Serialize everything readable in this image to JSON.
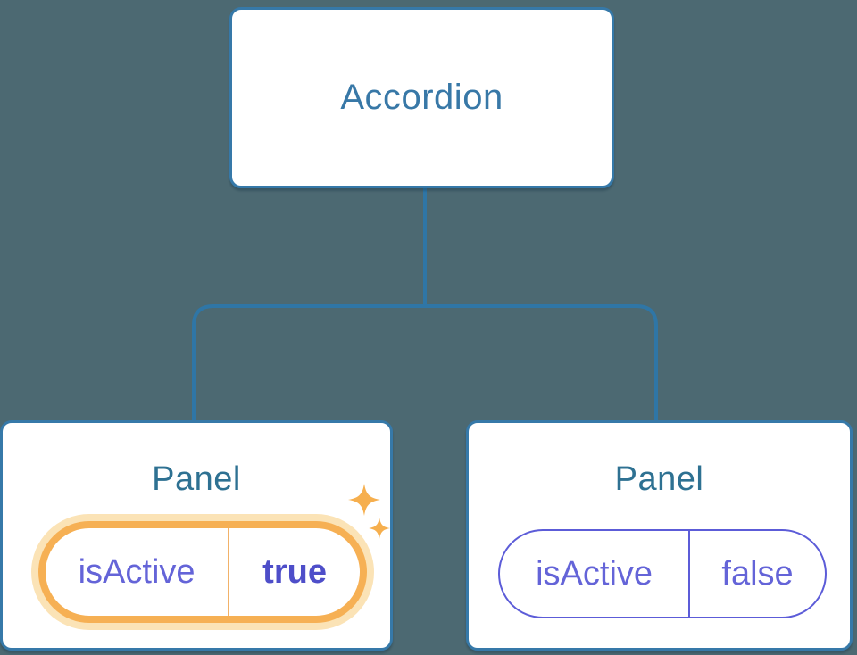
{
  "diagram": {
    "root": {
      "label": "Accordion"
    },
    "panels": [
      {
        "title": "Panel",
        "prop": {
          "name": "isActive",
          "value": "true"
        },
        "highlighted": true
      },
      {
        "title": "Panel",
        "prop": {
          "name": "isActive",
          "value": "false"
        },
        "highlighted": false
      }
    ],
    "icons": [
      {
        "name": "sparkle-icon",
        "meaning": "state just changed / active highlight"
      }
    ],
    "colors": {
      "background": "#4C6972",
      "connector": "#2F76A6",
      "card_border": "#3679A9",
      "root_label": "#3878A7",
      "panel_title": "#2E7192",
      "prop_text": "#6464D8",
      "prop_value_active": "#4E4EC9",
      "pill_border_active": "#F6B054",
      "pill_glow_active": "#FBE3B6",
      "pill_divider_active": "#F2B269",
      "pill_border_inactive": "#5C5CD8",
      "sparkle": "#F6AF4E"
    }
  }
}
